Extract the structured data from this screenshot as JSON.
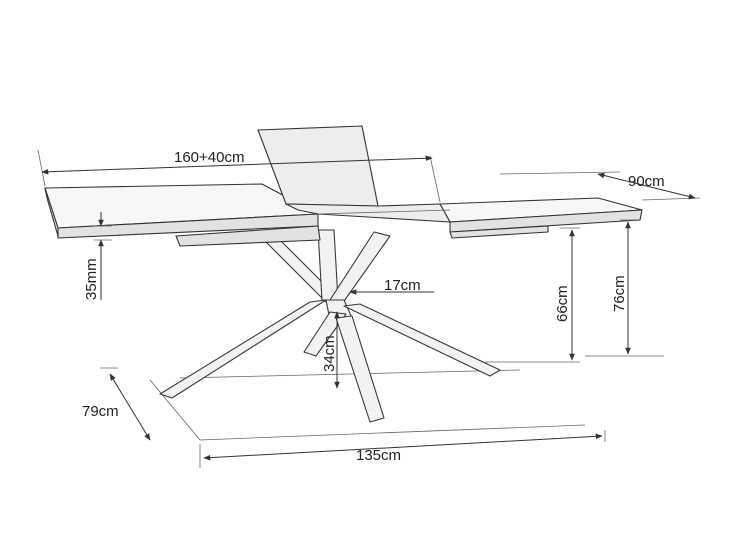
{
  "dimensions": {
    "length": "160+40cm",
    "width": "90cm",
    "top_thickness": "35mm",
    "leg_width": "17cm",
    "height_under_top": "66cm",
    "total_height": "76cm",
    "base_depth": "79cm",
    "base_length": "135cm",
    "cross_height": "34cm"
  },
  "colors": {
    "line": "#333333",
    "background": "#ffffff"
  }
}
